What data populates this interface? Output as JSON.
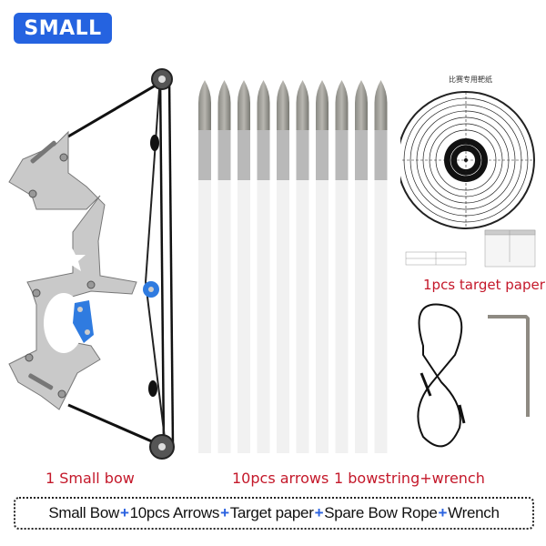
{
  "badge": {
    "label": "SMALL",
    "color": "#2563e0"
  },
  "products": {
    "bow": {
      "caption": "1 Small bow"
    },
    "arrows": {
      "caption": "10pcs arrows",
      "count": 10
    },
    "target": {
      "caption": "1pcs target paper",
      "title": "比赛专用靶纸"
    },
    "bowstring_wrench": {
      "caption": "1 bowstring+wrench"
    }
  },
  "summary": {
    "items": [
      "Small Bow",
      "10pcs Arrows",
      "Target paper",
      "Spare Bow Rope",
      "Wrench"
    ],
    "separator": "+",
    "separator_color": "#2a62e0"
  },
  "colors": {
    "caption": "#c4182a",
    "accent_blue": "#2563e0"
  }
}
